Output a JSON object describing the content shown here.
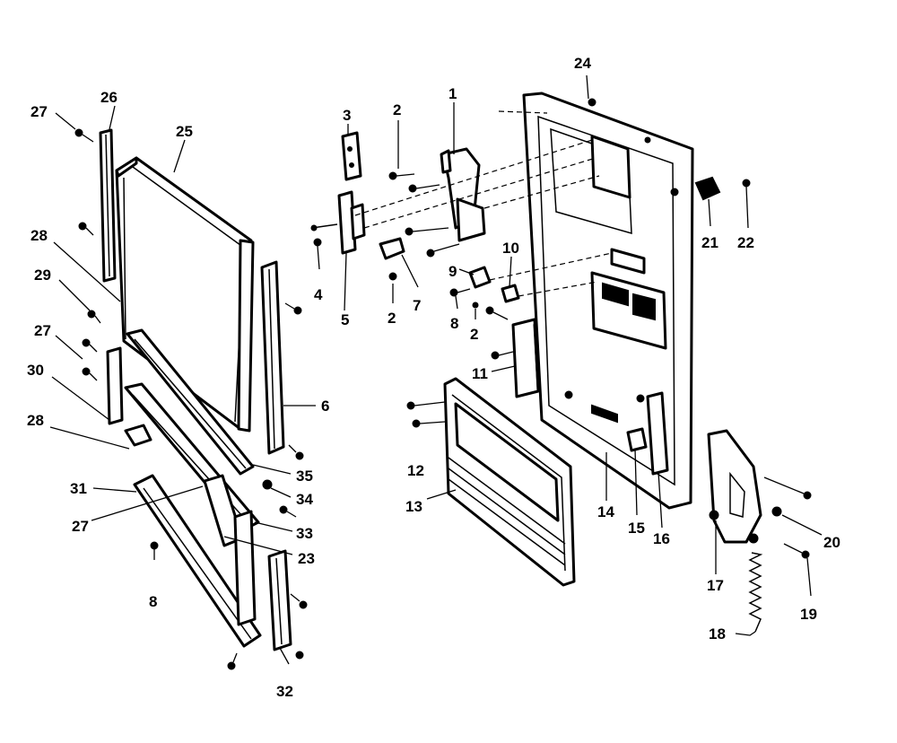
{
  "diagram": {
    "callouts": [
      {
        "id": "c27a",
        "text": "27"
      },
      {
        "id": "c26",
        "text": "26"
      },
      {
        "id": "c25",
        "text": "25"
      },
      {
        "id": "c28a",
        "text": "28"
      },
      {
        "id": "c29",
        "text": "29"
      },
      {
        "id": "c27b",
        "text": "27"
      },
      {
        "id": "c30",
        "text": "30"
      },
      {
        "id": "c28b",
        "text": "28"
      },
      {
        "id": "c31",
        "text": "31"
      },
      {
        "id": "c27c",
        "text": "27"
      },
      {
        "id": "c8a",
        "text": "8"
      },
      {
        "id": "c32",
        "text": "32"
      },
      {
        "id": "c23",
        "text": "23"
      },
      {
        "id": "c33",
        "text": "33"
      },
      {
        "id": "c34",
        "text": "34"
      },
      {
        "id": "c35",
        "text": "35"
      },
      {
        "id": "c6",
        "text": "6"
      },
      {
        "id": "c3",
        "text": "3"
      },
      {
        "id": "c4",
        "text": "4"
      },
      {
        "id": "c5",
        "text": "5"
      },
      {
        "id": "c2a",
        "text": "2"
      },
      {
        "id": "c1",
        "text": "1"
      },
      {
        "id": "c2b",
        "text": "2"
      },
      {
        "id": "c7",
        "text": "7"
      },
      {
        "id": "c9",
        "text": "9"
      },
      {
        "id": "c10",
        "text": "10"
      },
      {
        "id": "c8b",
        "text": "8"
      },
      {
        "id": "c2c",
        "text": "2"
      },
      {
        "id": "c11",
        "text": "11"
      },
      {
        "id": "c12",
        "text": "12"
      },
      {
        "id": "c13",
        "text": "13"
      },
      {
        "id": "c14",
        "text": "14"
      },
      {
        "id": "c15",
        "text": "15"
      },
      {
        "id": "c16",
        "text": "16"
      },
      {
        "id": "c24",
        "text": "24"
      },
      {
        "id": "c21",
        "text": "21"
      },
      {
        "id": "c22",
        "text": "22"
      },
      {
        "id": "c20",
        "text": "20"
      },
      {
        "id": "c17",
        "text": "17"
      },
      {
        "id": "c19",
        "text": "19"
      },
      {
        "id": "c18",
        "text": "18"
      }
    ]
  }
}
